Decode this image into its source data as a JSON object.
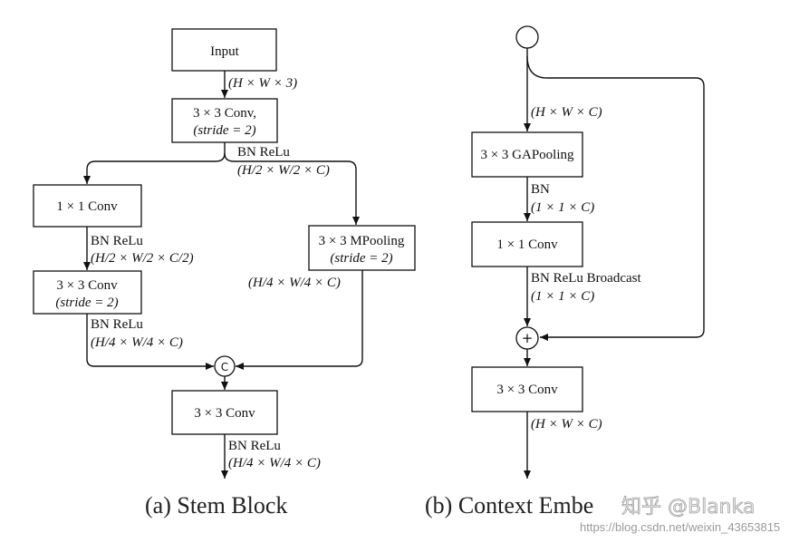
{
  "stem_block": {
    "caption": "(a) Stem Block",
    "input": "Input",
    "edge_input": "(H × W × 3)",
    "conv1_line1": "3 × 3 Conv,",
    "conv1_line2": "(stride = 2)",
    "edge_conv1_line1": "BN  ReLu",
    "edge_conv1_line2": "(H/2 × W/2 × C)",
    "conv_1x1": "1 × 1 Conv",
    "edge_1x1_line1": "BN  ReLu",
    "edge_1x1_line2": "(H/2 × W/2 × C/2)",
    "conv2_line1": "3 × 3 Conv",
    "conv2_line2": "(stride = 2)",
    "edge_conv2_line1": "BN  ReLu",
    "edge_conv2_line2": "(H/4 × W/4 × C)",
    "mpool_line1": "3 × 3 MPooling",
    "mpool_line2": "(stride = 2)",
    "edge_mpool": "(H/4 × W/4 × C)",
    "concat_symbol": "C",
    "conv3": "3 × 3 Conv",
    "edge_out_line1": "BN  ReLu",
    "edge_out_line2": "(H/4 × W/4 × C)"
  },
  "context_block": {
    "caption": "(b) Context Embe",
    "edge_input": "(H × W × C)",
    "gapool": "3 × 3 GAPooling",
    "edge_gap_line1": "BN",
    "edge_gap_line2": "(1 × 1 × C)",
    "conv_1x1": "1 × 1 Conv",
    "edge_1x1_line1": "BN  ReLu Broadcast",
    "edge_1x1_line2": "(1 × 1 × C)",
    "add_symbol": "+",
    "conv3": "3 × 3 Conv",
    "edge_out": "(H × W × C)"
  },
  "watermark": {
    "site": "知乎 @Blanka",
    "url": "https://blog.csdn.net/weixin_43653815"
  }
}
